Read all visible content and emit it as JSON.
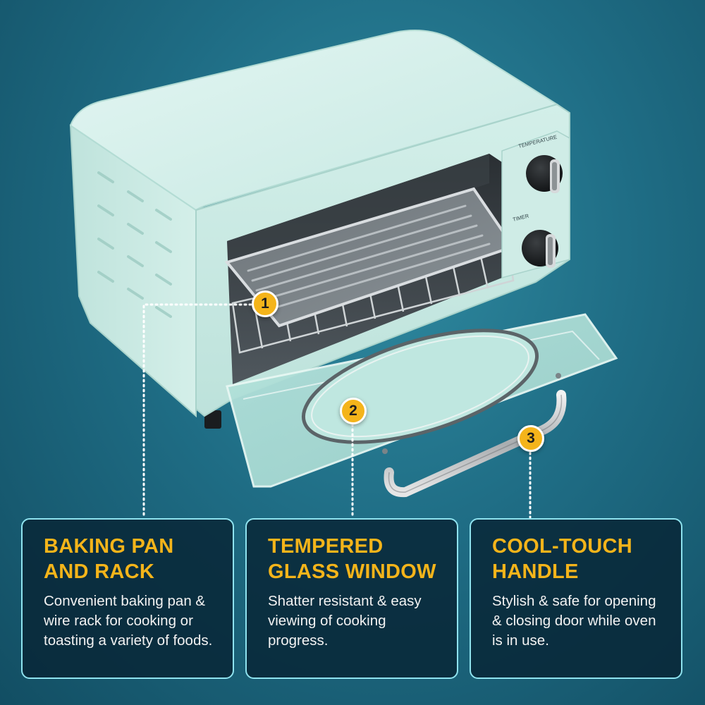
{
  "oven": {
    "temperature_label": "TEMPERATURE",
    "timer_label": "TIMER",
    "accent_color": "#f4b41a",
    "body_color": "#c9ece6"
  },
  "badges": [
    {
      "number": "1",
      "icon": "badge-1"
    },
    {
      "number": "2",
      "icon": "badge-2"
    },
    {
      "number": "3",
      "icon": "badge-3"
    }
  ],
  "features": [
    {
      "title": "BAKING PAN\nAND RACK",
      "description": "Convenient baking pan & wire rack for cooking or toasting a variety of foods."
    },
    {
      "title": "TEMPERED\nGLASS WINDOW",
      "description": "Shatter resistant & easy viewing of cooking progress."
    },
    {
      "title": "COOL-TOUCH\nHANDLE",
      "description": "Stylish & safe for opening & closing door while oven is in use."
    }
  ]
}
